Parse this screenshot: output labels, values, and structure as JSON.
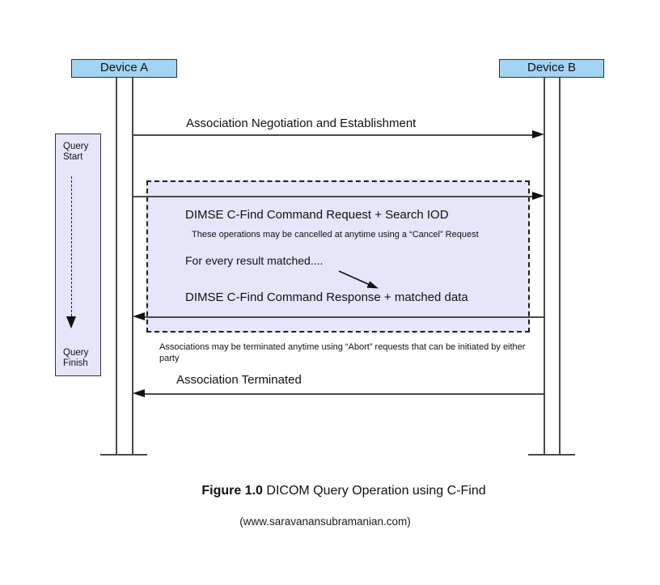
{
  "devices": {
    "a": "Device A",
    "b": "Device B"
  },
  "query_panel": {
    "start_label": "Query Start",
    "finish_label": "Query Finish"
  },
  "messages": {
    "association_establish": "Association Negotiation and Establishment",
    "cfind_request": "DIMSE C-Find Command Request + Search IOD",
    "cancel_note": "These operations may be cancelled at anytime using a “Cancel” Request",
    "loop_label": "For every result matched....",
    "cfind_response": "DIMSE C-Find Command Response + matched data",
    "abort_note": "Associations may be terminated anytime using  “Abort” requests that can be initiated by either party",
    "association_terminated": "Association Terminated"
  },
  "caption": {
    "figure_label": "Figure 1.0",
    "title": "DICOM Query Operation using C-Find",
    "source": "(www.saravanansubramanian.com)"
  },
  "colors": {
    "device_fill": "#A3D4F2",
    "region_fill": "#E6E6FA",
    "line": "#4a4a4a"
  }
}
